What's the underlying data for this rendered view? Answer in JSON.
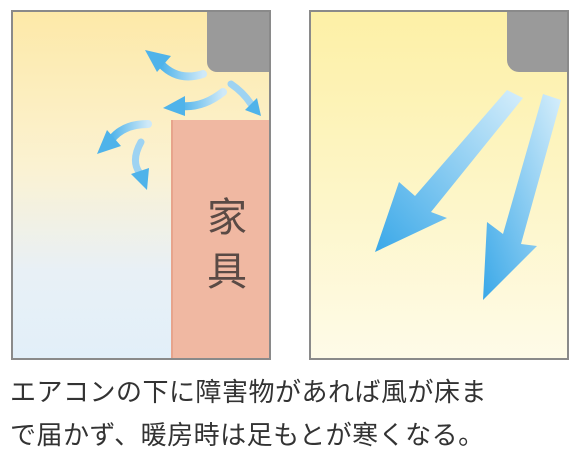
{
  "panels": {
    "left": {
      "furniture_label": "家具"
    }
  },
  "caption": {
    "line1": "エアコンの下に障害物があれば風が床ま",
    "line2": "で届かず、暖房時は足もとが寒くなる。"
  },
  "colors": {
    "air_flow": "#4fb3ea",
    "furniture": "#f0b8a2",
    "ac_unit": "#9a9a9a"
  },
  "icons": [
    "air-conditioner-icon",
    "airflow-arrow-icon"
  ]
}
